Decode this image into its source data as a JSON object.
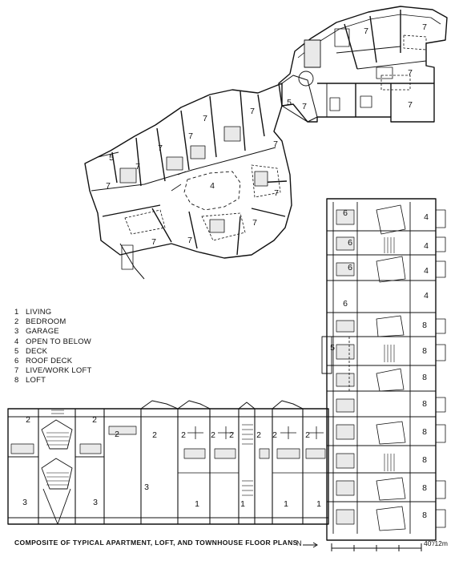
{
  "legend": {
    "items": [
      {
        "num": "1",
        "label": "LIVING"
      },
      {
        "num": "2",
        "label": "BEDROOM"
      },
      {
        "num": "3",
        "label": "GARAGE"
      },
      {
        "num": "4",
        "label": "OPEN TO BELOW"
      },
      {
        "num": "5",
        "label": "DECK"
      },
      {
        "num": "6",
        "label": "ROOF DECK"
      },
      {
        "num": "7",
        "label": "LIVE/WORK LOFT"
      },
      {
        "num": "8",
        "label": "LOFT"
      }
    ]
  },
  "caption": "COMPOSITE OF TYPICAL APARTMENT, LOFT, AND TOWNHOUSE FLOOR PLANS",
  "north_label": "N",
  "scale_label": "40'/12m",
  "room_labels": {
    "live_work": "7",
    "loft": "8",
    "open_below": "4",
    "deck": "5",
    "roof_deck": "6",
    "living": "1",
    "bedroom": "2",
    "garage": "3"
  },
  "colors": {
    "ink": "#111111",
    "paper": "#ffffff",
    "fill": "#e9e9e9"
  }
}
